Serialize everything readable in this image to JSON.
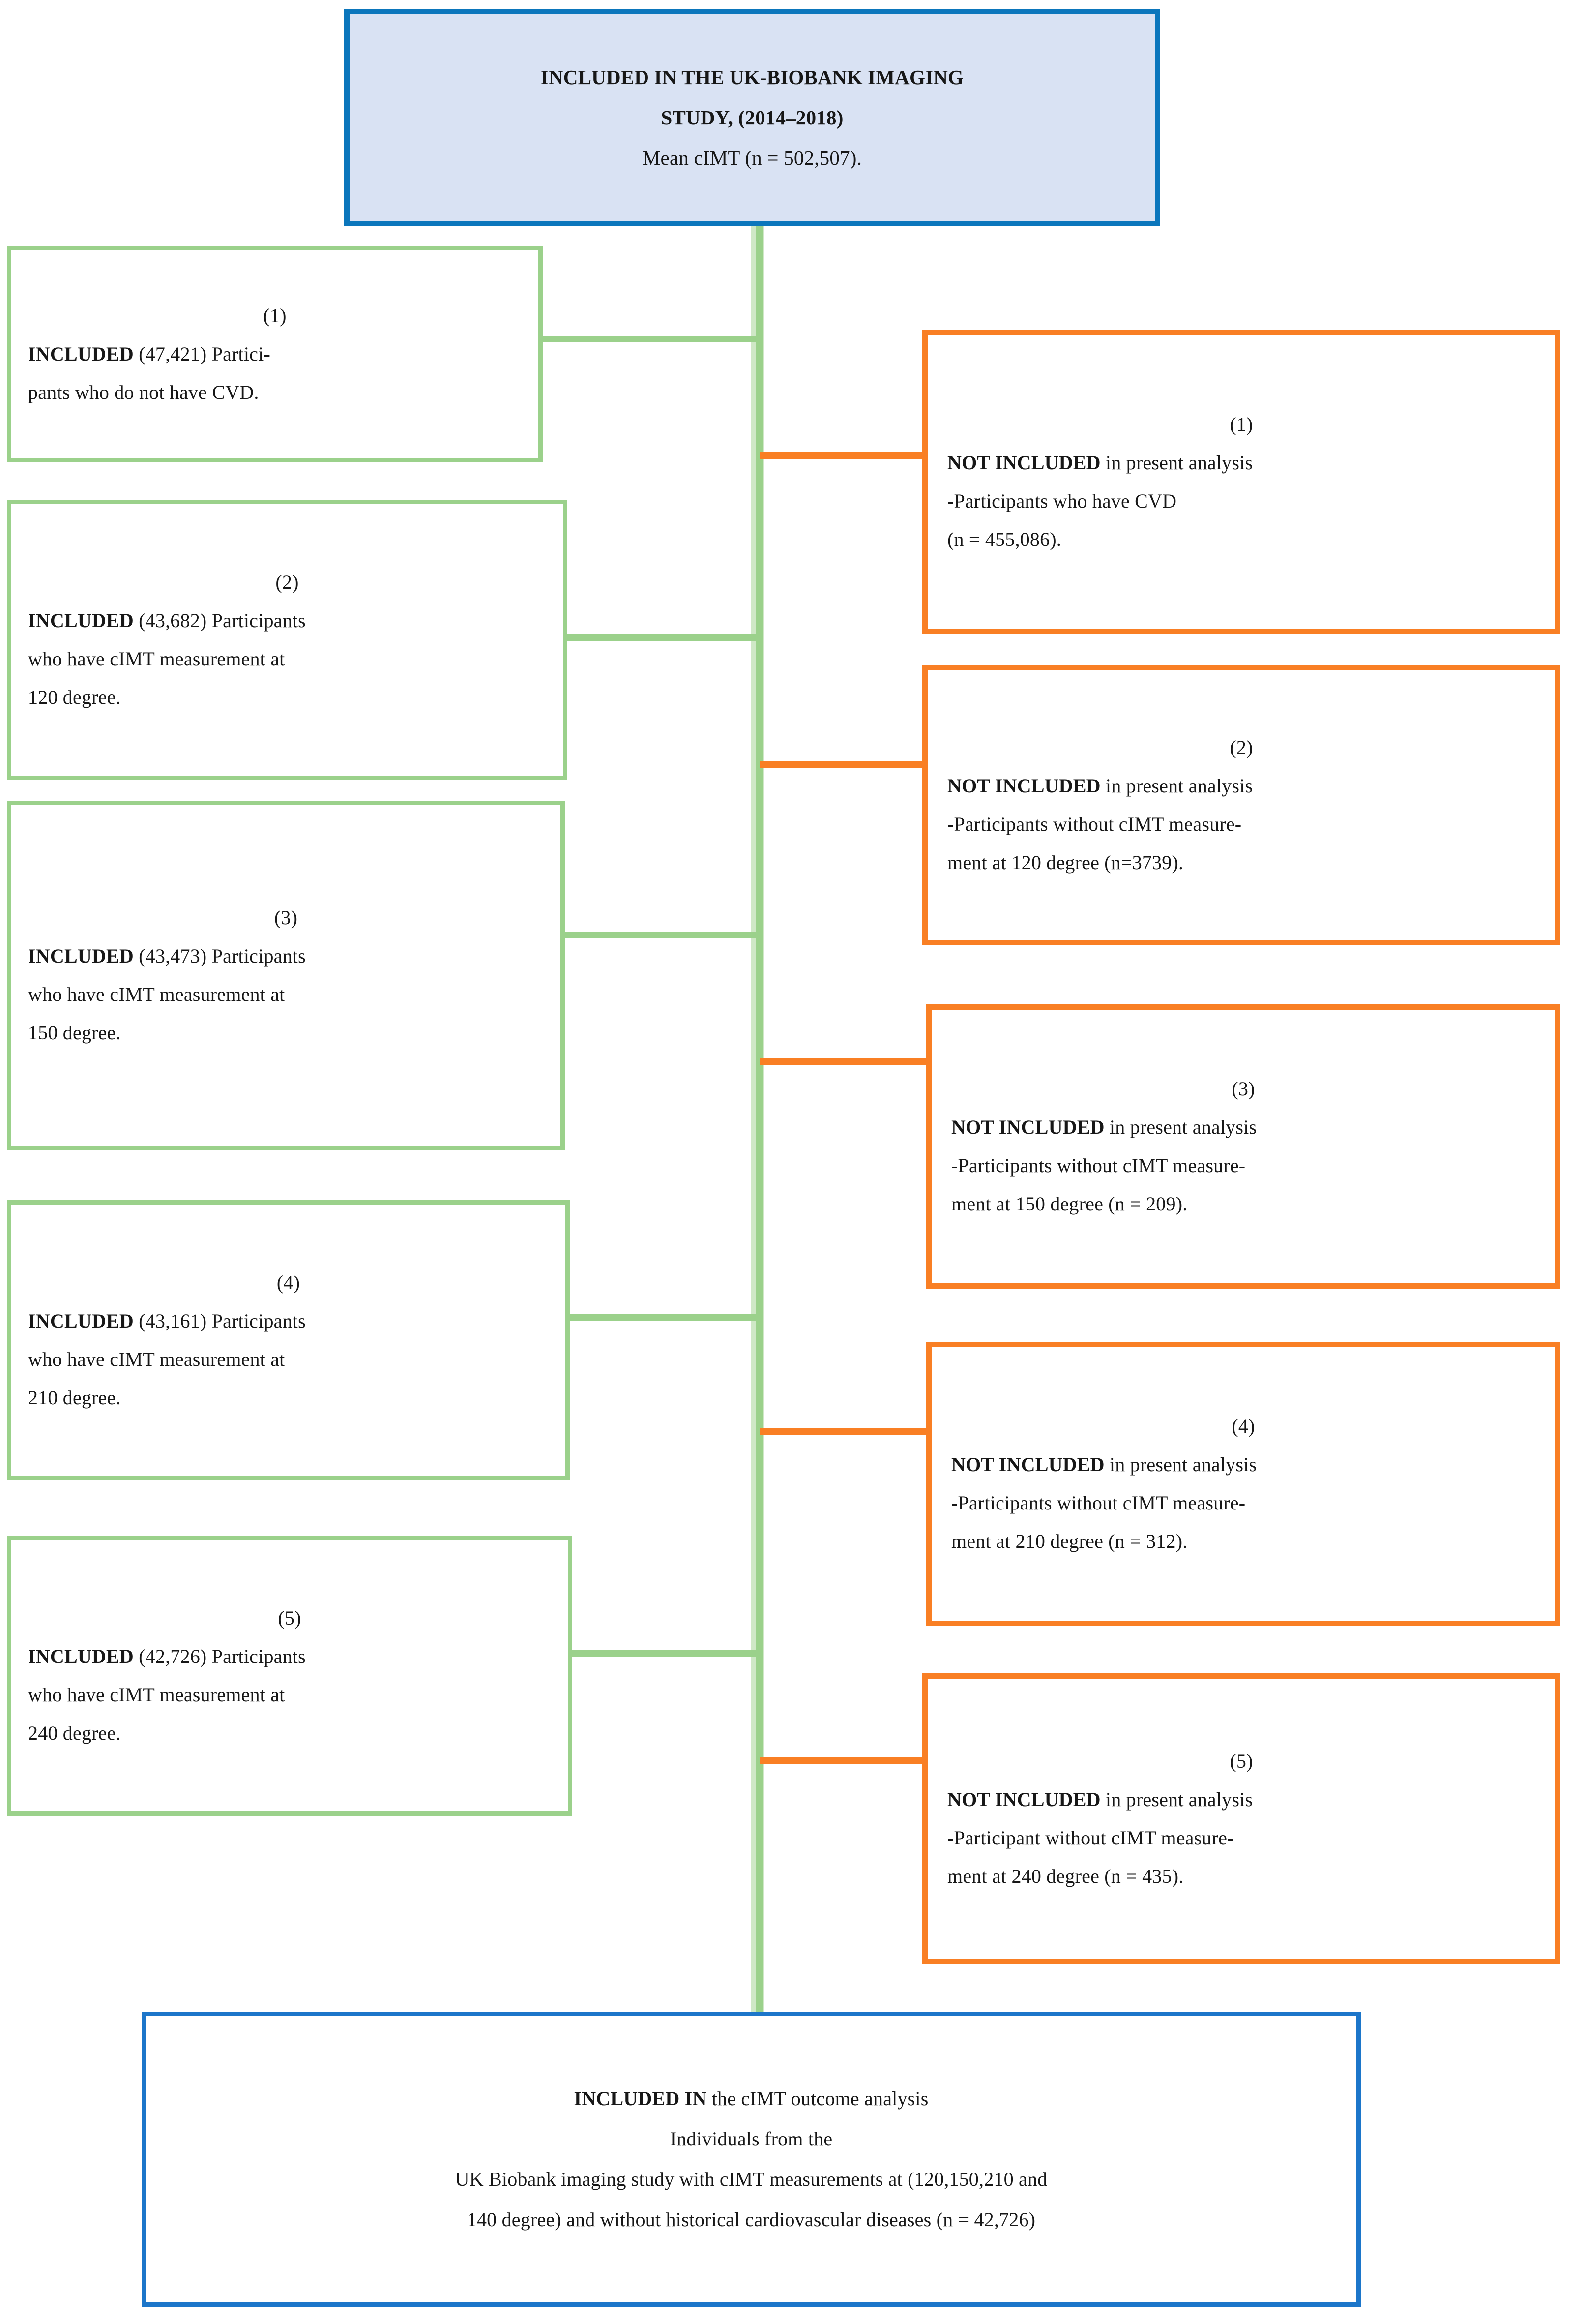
{
  "colors": {
    "header_border": "#0B76BC",
    "header_fill": "#D9E2F3",
    "footer_border": "#1C76CA",
    "included_border": "#9BD18B",
    "excluded_border": "#F97F24",
    "text": "#171717"
  },
  "header": {
    "line1": "INCLUDED IN THE UK-BIOBANK IMAGING",
    "line2": "STUDY, (2014–2018)",
    "line3": "Mean cIMT (n = 502,507)."
  },
  "included": [
    {
      "number": "(1)",
      "bold": "INCLUDED",
      "count": "(47,421)",
      "line1_rest": "Partici-",
      "line2": "pants who do not have CVD.",
      "line3": ""
    },
    {
      "number": "(2)",
      "bold": "INCLUDED",
      "count": "(43,682)",
      "line1_rest": "Participants",
      "line2": "who have cIMT measurement at",
      "line3": "120 degree."
    },
    {
      "number": "(3)",
      "bold": "INCLUDED",
      "count": "(43,473)",
      "line1_rest": "Participants",
      "line2": "who have cIMT measurement at",
      "line3": "150 degree."
    },
    {
      "number": "(4)",
      "bold": "INCLUDED",
      "count": "(43,161)",
      "line1_rest": "Participants",
      "line2": "who have cIMT measurement at",
      "line3": "210 degree."
    },
    {
      "number": "(5)",
      "bold": "INCLUDED",
      "count": "(42,726)",
      "line1_rest": "Participants",
      "line2": "who have cIMT measurement at",
      "line3": "240 degree."
    }
  ],
  "excluded": [
    {
      "number": "(1)",
      "bold": "NOT INCLUDED",
      "line1_rest": "in present analysis",
      "line2": "-Participants who have CVD",
      "line3": "(n = 455,086)."
    },
    {
      "number": "(2)",
      "bold": "NOT INCLUDED",
      "line1_rest": "in present analysis",
      "line2": "-Participants without cIMT measure-",
      "line3": "ment at 120 degree (n=3739)."
    },
    {
      "number": "(3)",
      "bold": "NOT INCLUDED",
      "line1_rest": "in present analysis",
      "line2": "-Participants without cIMT measure-",
      "line3": "ment at 150 degree (n = 209)."
    },
    {
      "number": "(4)",
      "bold": "NOT INCLUDED",
      "line1_rest": "in present analysis",
      "line2": "-Participants without cIMT measure-",
      "line3": "ment at 210 degree (n = 312)."
    },
    {
      "number": "(5)",
      "bold": "NOT INCLUDED",
      "line1_rest": "in present analysis",
      "line2": "-Participant without cIMT measure-",
      "line3": "ment at 240 degree (n = 435)."
    }
  ],
  "footer": {
    "bold": "INCLUDED IN",
    "line1_rest": "the cIMT outcome analysis",
    "line2": "Individuals from the",
    "line3": "UK Biobank imaging study with cIMT measurements at (120,150,210 and",
    "line4": "140 degree) and without historical cardiovascular diseases (n = 42,726)"
  }
}
